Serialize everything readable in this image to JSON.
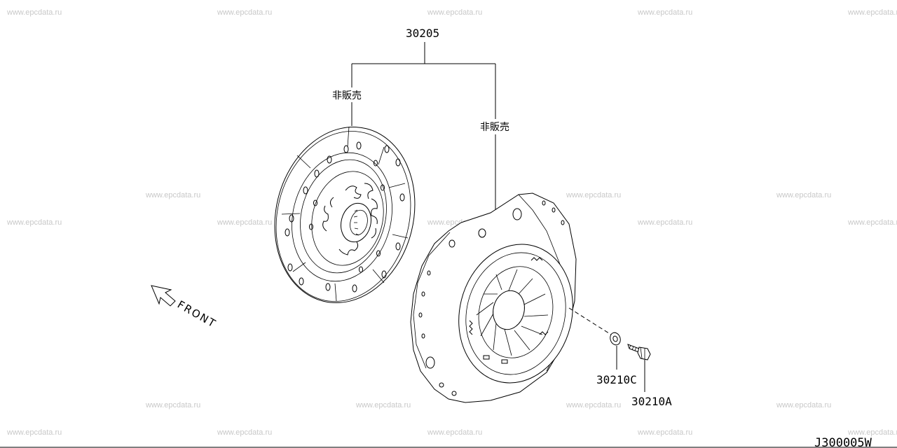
{
  "watermark": "www.epcdata.ru",
  "labels": {
    "assembly": "30205",
    "not_sold_disc": "非販売",
    "not_sold_cover": "非販売",
    "washer": "30210C",
    "bolt": "30210A",
    "front": "FRONT",
    "diagram_code": "J300005W"
  },
  "icons": {
    "front_arrow": "front-arrow-icon"
  }
}
